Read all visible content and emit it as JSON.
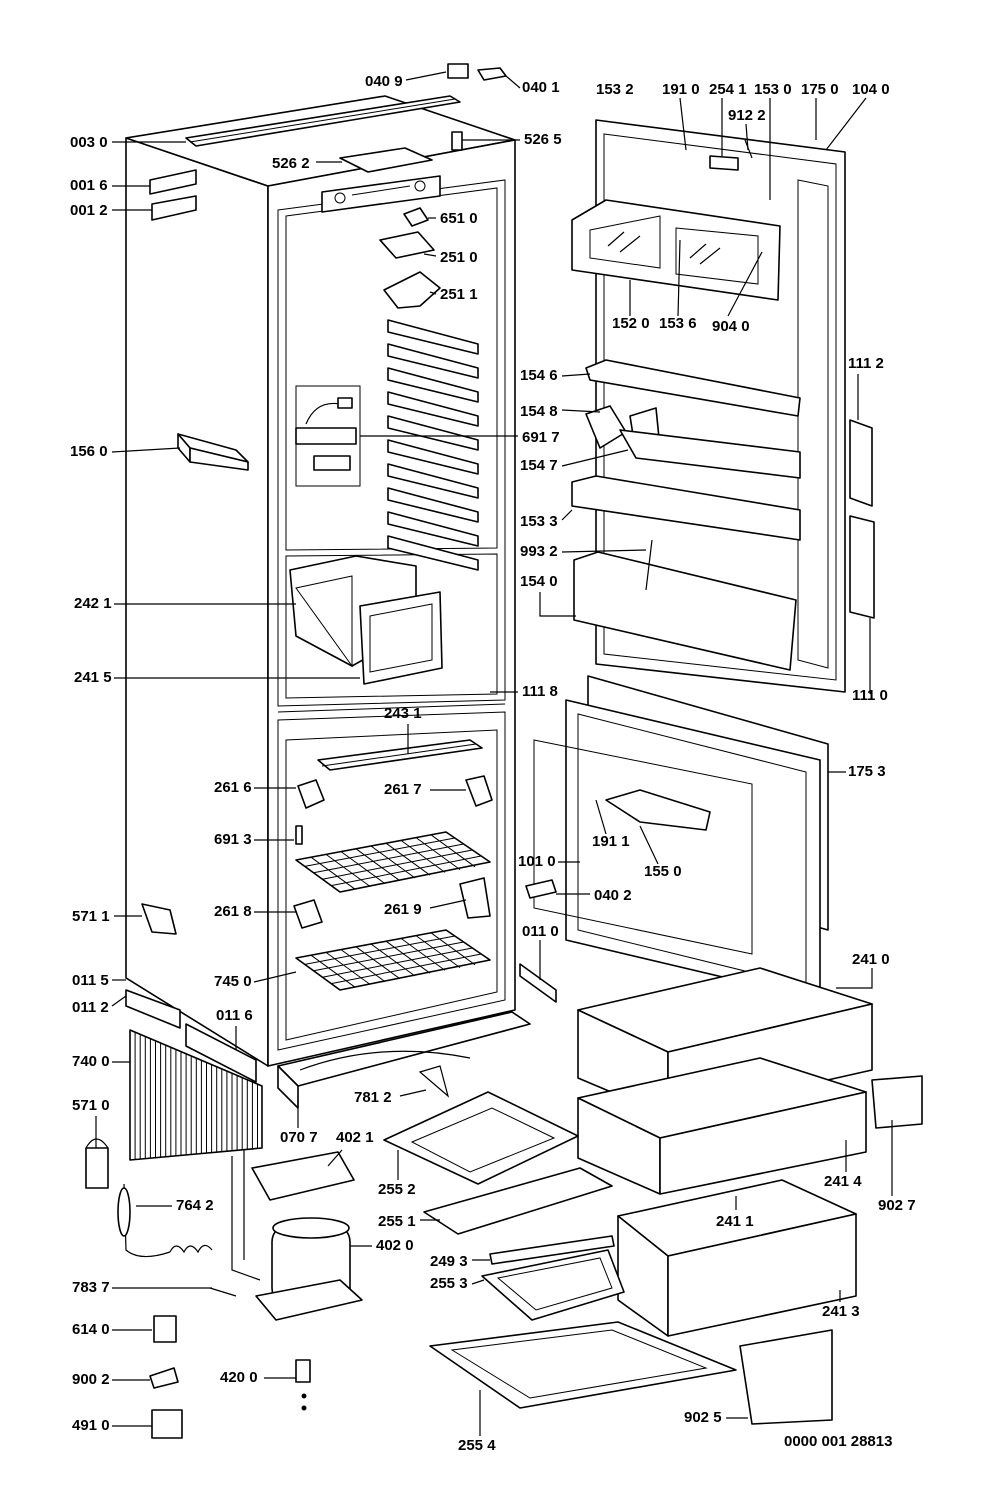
{
  "part_labels": [
    {
      "id": "p0409",
      "text": "040 9"
    },
    {
      "id": "p0401",
      "text": "040 1"
    },
    {
      "id": "p1532",
      "text": "153 2"
    },
    {
      "id": "p1910",
      "text": "191 0"
    },
    {
      "id": "p2541",
      "text": "254 1"
    },
    {
      "id": "p1530",
      "text": "153 0"
    },
    {
      "id": "p1750",
      "text": "175 0"
    },
    {
      "id": "p1040",
      "text": "104 0"
    },
    {
      "id": "p9122",
      "text": "912 2"
    },
    {
      "id": "p0030",
      "text": "003 0"
    },
    {
      "id": "p5265",
      "text": "526 5"
    },
    {
      "id": "p5262",
      "text": "526 2"
    },
    {
      "id": "p0016",
      "text": "001 6"
    },
    {
      "id": "p0012",
      "text": "001 2"
    },
    {
      "id": "p6510",
      "text": "651 0"
    },
    {
      "id": "p2510",
      "text": "251 0"
    },
    {
      "id": "p2511",
      "text": "251 1"
    },
    {
      "id": "p1520",
      "text": "152 0"
    },
    {
      "id": "p1536",
      "text": "153 6"
    },
    {
      "id": "p9040",
      "text": "904 0"
    },
    {
      "id": "p1546",
      "text": "154 6"
    },
    {
      "id": "p1112",
      "text": "111 2"
    },
    {
      "id": "p1548",
      "text": "154 8"
    },
    {
      "id": "p6917",
      "text": "691 7"
    },
    {
      "id": "p1560",
      "text": "156 0"
    },
    {
      "id": "p1547",
      "text": "154 7"
    },
    {
      "id": "p1533",
      "text": "153 3"
    },
    {
      "id": "p9932",
      "text": "993 2"
    },
    {
      "id": "p1540",
      "text": "154 0"
    },
    {
      "id": "p2421",
      "text": "242 1"
    },
    {
      "id": "p2415",
      "text": "241 5"
    },
    {
      "id": "p1110",
      "text": "111 0"
    },
    {
      "id": "p1118",
      "text": "111 8"
    },
    {
      "id": "p2431",
      "text": "243 1"
    },
    {
      "id": "p1753",
      "text": "175 3"
    },
    {
      "id": "p2616",
      "text": "261 6"
    },
    {
      "id": "p2617",
      "text": "261 7"
    },
    {
      "id": "p6913",
      "text": "691 3"
    },
    {
      "id": "p1911",
      "text": "191 1"
    },
    {
      "id": "p1010",
      "text": "101 0"
    },
    {
      "id": "p1550",
      "text": "155 0"
    },
    {
      "id": "p0402",
      "text": "040 2"
    },
    {
      "id": "p5711",
      "text": "571 1"
    },
    {
      "id": "p2618",
      "text": "261 8"
    },
    {
      "id": "p2619",
      "text": "261 9"
    },
    {
      "id": "p0110",
      "text": "011 0"
    },
    {
      "id": "p2410",
      "text": "241 0"
    },
    {
      "id": "p7450",
      "text": "745 0"
    },
    {
      "id": "p0115",
      "text": "011 5"
    },
    {
      "id": "p0112",
      "text": "011 2"
    },
    {
      "id": "p0116",
      "text": "011 6"
    },
    {
      "id": "p7400",
      "text": "740 0"
    },
    {
      "id": "p7812",
      "text": "781 2"
    },
    {
      "id": "p5710",
      "text": "571 0"
    },
    {
      "id": "p0707",
      "text": "070 7"
    },
    {
      "id": "p4021",
      "text": "402 1"
    },
    {
      "id": "p2552",
      "text": "255 2"
    },
    {
      "id": "p2414",
      "text": "241 4"
    },
    {
      "id": "p9027",
      "text": "902 7"
    },
    {
      "id": "p7642",
      "text": "764 2"
    },
    {
      "id": "p2551",
      "text": "255 1"
    },
    {
      "id": "p2411",
      "text": "241 1"
    },
    {
      "id": "p4020",
      "text": "402 0"
    },
    {
      "id": "p2493",
      "text": "249 3"
    },
    {
      "id": "p7837",
      "text": "783 7"
    },
    {
      "id": "p2553",
      "text": "255 3"
    },
    {
      "id": "p2413",
      "text": "241 3"
    },
    {
      "id": "p6140",
      "text": "614 0"
    },
    {
      "id": "p9002",
      "text": "900 2"
    },
    {
      "id": "p4200",
      "text": "420 0"
    },
    {
      "id": "p4910",
      "text": "491 0"
    },
    {
      "id": "p9025",
      "text": "902 5"
    },
    {
      "id": "p2554",
      "text": "255 4"
    }
  ],
  "doc_number": "0000 001 28813"
}
